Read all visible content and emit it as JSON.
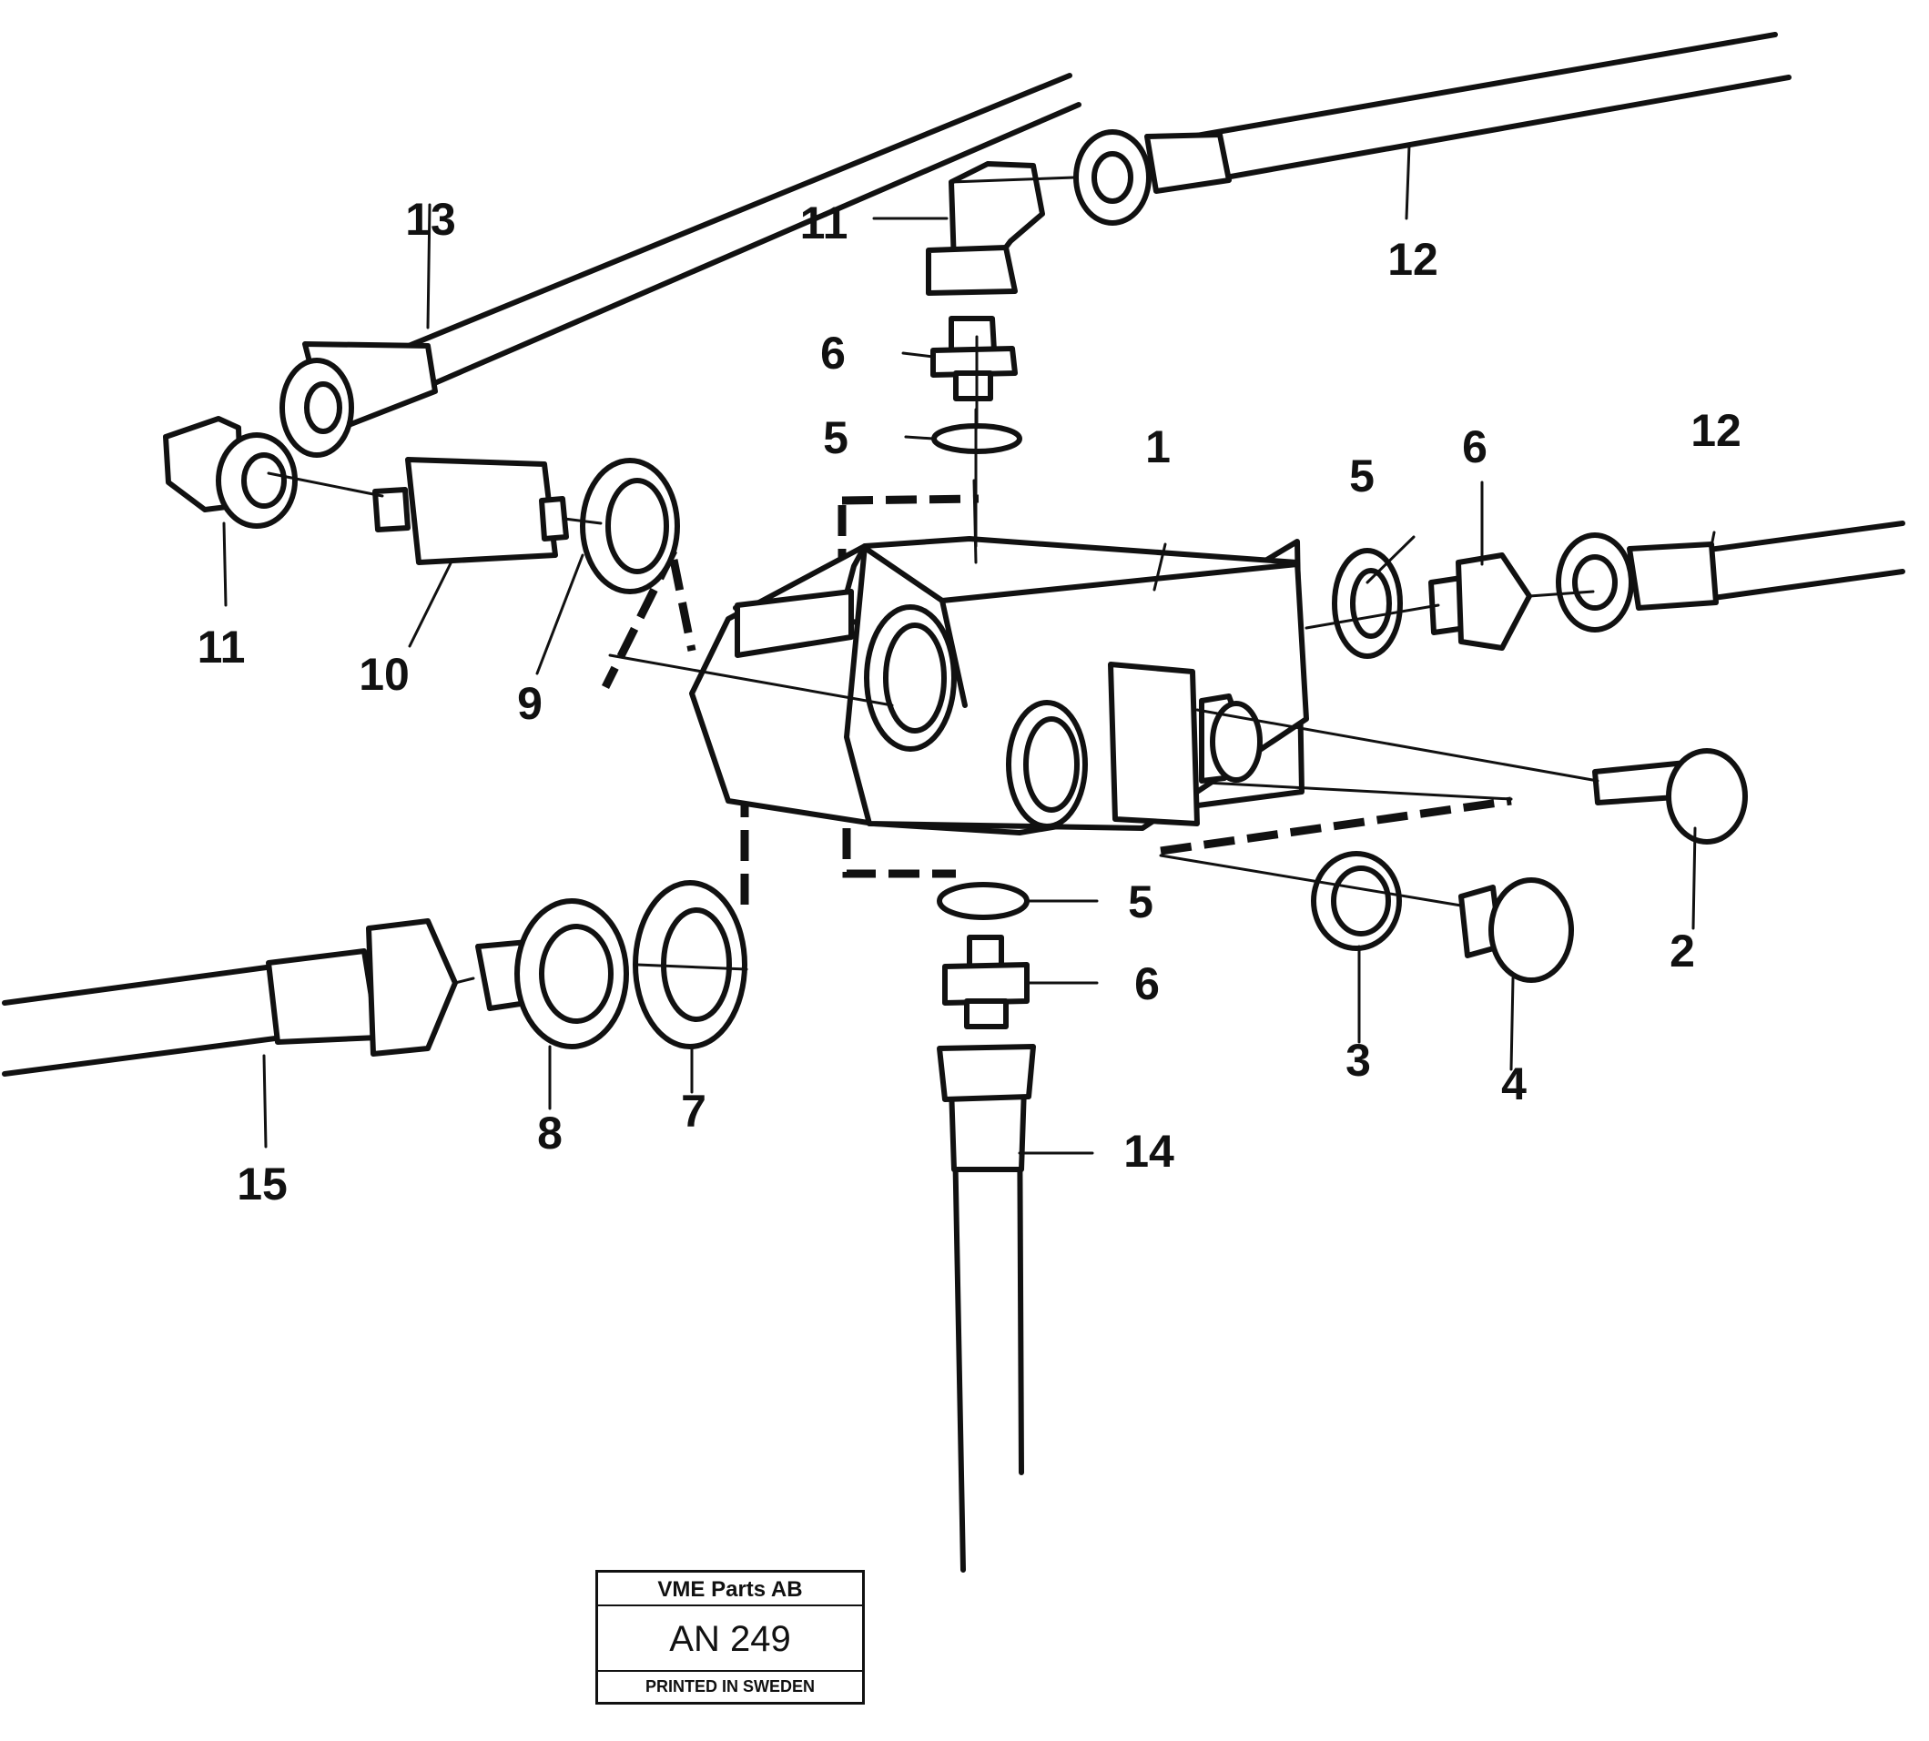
{
  "diagram": {
    "labels": {
      "l1": "1",
      "l2": "2",
      "l3": "3",
      "l4": "4",
      "l5a": "5",
      "l5b": "5",
      "l5c": "5",
      "l6a": "6",
      "l6b": "6",
      "l6c": "6",
      "l7": "7",
      "l8": "8",
      "l9": "9",
      "l10": "10",
      "l11a": "11",
      "l11b": "11",
      "l12a": "12",
      "l12b": "12",
      "l13": "13",
      "l14": "14",
      "l15": "15"
    }
  },
  "stamp": {
    "company": "VME Parts AB",
    "code": "AN 249",
    "printed": "PRINTED IN SWEDEN"
  }
}
